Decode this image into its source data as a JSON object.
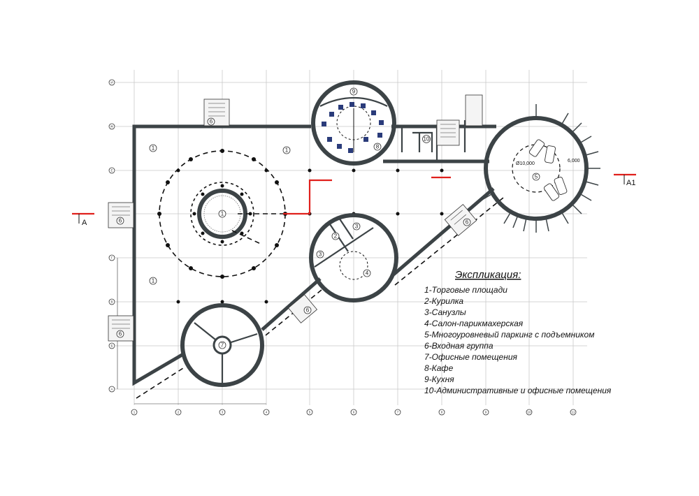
{
  "legend": {
    "title": "Экспликация:",
    "items": [
      "1-Торговые площади",
      "2-Курилка",
      "3-Санузлы",
      "4-Салон-парикмахерская",
      "5-Многоуровневый паркинг с подъемником",
      "6-Входная группа",
      "7-Офисные помещения",
      "8-Кафе",
      "9-Кухня",
      "10-Административные и офисные помещения"
    ]
  },
  "sections": {
    "left": "A",
    "right": "A1"
  },
  "dimensions": {
    "parking_diameter": "Ø10,000",
    "parking_offset": "6,000"
  },
  "room_numbers": {
    "retail": "1",
    "smoking": "2",
    "wc": "3",
    "salon": "4",
    "parking": "5",
    "entrance": "6",
    "offices": "7",
    "cafe": "8",
    "kitchen": "9",
    "admin": "10"
  },
  "axes": {
    "columns": [
      "1",
      "2",
      "3",
      "4",
      "5",
      "6",
      "7",
      "8",
      "9",
      "10",
      "11"
    ],
    "rows": [
      "А",
      "Б",
      "В",
      "Г",
      "Д",
      "Е",
      "Ж",
      "И"
    ]
  },
  "colors": {
    "wall": "#3c4346",
    "section_mark": "#e0201c",
    "furniture": "#2a3b7a"
  }
}
